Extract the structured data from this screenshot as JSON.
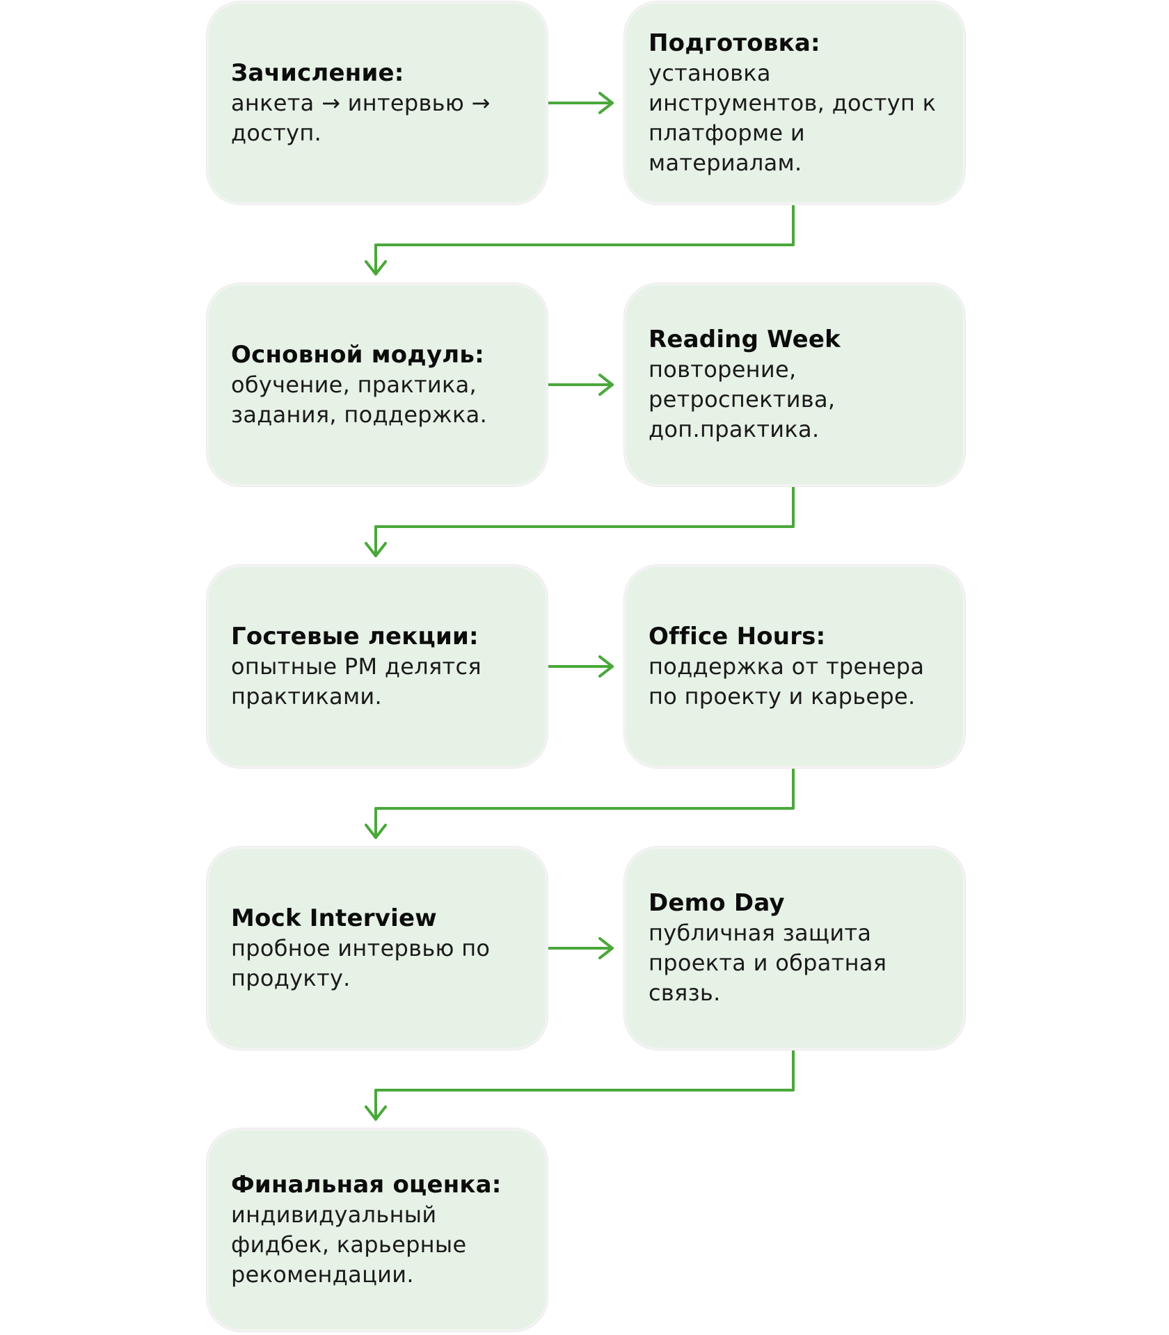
{
  "steps": [
    {
      "title": "Зачисление:",
      "text": "анкета → интервью → доступ."
    },
    {
      "title": "Подготовка:",
      "text": "установка инструментов, доступ к платформе и материалам."
    },
    {
      "title": "Основной модуль:",
      "text": "обучение, практика, задания, поддержка."
    },
    {
      "title": "Reading Week",
      "text": "повторение, ретроспектива, доп.практика."
    },
    {
      "title": "Гостевые лекции:",
      "text": "опытные PM делятся практиками."
    },
    {
      "title": "Office Hours:",
      "text": "поддержка от тренера по проекту и карьере."
    },
    {
      "title": "Mock Interview",
      "text": "пробное интервью по продукту."
    },
    {
      "title": "Demo Day",
      "text": "публичная защита проекта и обратная связь."
    },
    {
      "title": "Финальная оценка:",
      "text": "индивидуальный фидбек, карьерные рекомендации."
    }
  ],
  "colors": {
    "card_background": "#e7f2e7",
    "arrow": "#4aa83a",
    "text": "#0c0c0c"
  }
}
